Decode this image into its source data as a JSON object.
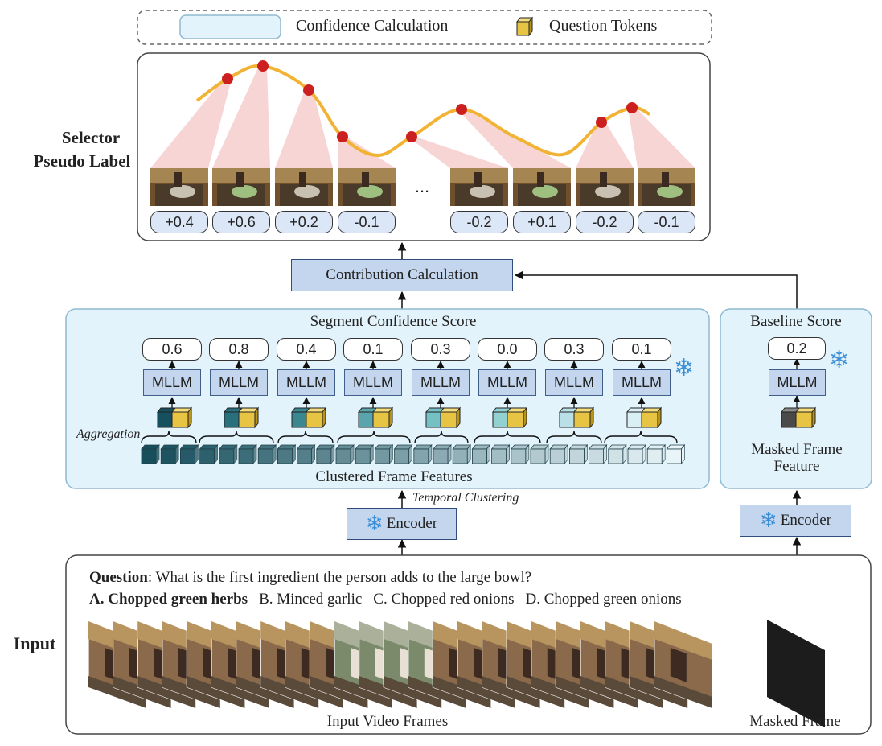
{
  "legend": {
    "confidence_label": "Confidence Calculation",
    "tokens_label": "Question Tokens"
  },
  "side_labels": {
    "selector_line1": "Selector",
    "selector_line2": "Pseudo Label",
    "input": "Input"
  },
  "selector": {
    "ellipsis": "...",
    "deltas": [
      "+0.4",
      "+0.6",
      "+0.2",
      "-0.1",
      "-0.2",
      "+0.1",
      "-0.2",
      "-0.1"
    ]
  },
  "contribution_label": "Contribution Calculation",
  "segment": {
    "title": "Segment Confidence Score",
    "scores": [
      "0.6",
      "0.8",
      "0.4",
      "0.1",
      "0.3",
      "0.0",
      "0.3",
      "0.1"
    ],
    "mllm_label": "MLLM",
    "aggregation_label": "Aggregation",
    "features_label": "Clustered Frame Features"
  },
  "baseline": {
    "title": "Baseline Score",
    "score": "0.2",
    "mllm_label": "MLLM",
    "masked_feature_line1": "Masked Frame",
    "masked_feature_line2": "Feature"
  },
  "temporal_clustering_label": "Temporal Clustering",
  "encoder_label": "Encoder",
  "input": {
    "question_prefix": "Question",
    "question_text": ": What is the first ingredient the person adds to the large bowl?",
    "options": [
      "A. Chopped green herbs",
      "B. Minced garlic",
      "C. Chopped red onions",
      "D. Chopped green onions"
    ],
    "frames_label": "Input Video Frames",
    "masked_label": "Masked Frame"
  },
  "colors": {
    "panel_fill": "#e3f3fb",
    "panel_border": "#8fbad0",
    "curve": "#f2b233",
    "dot": "#cc1f1f",
    "beam": "#f4c3c3",
    "token": "#e8c445",
    "block": "#c3d6ee"
  }
}
